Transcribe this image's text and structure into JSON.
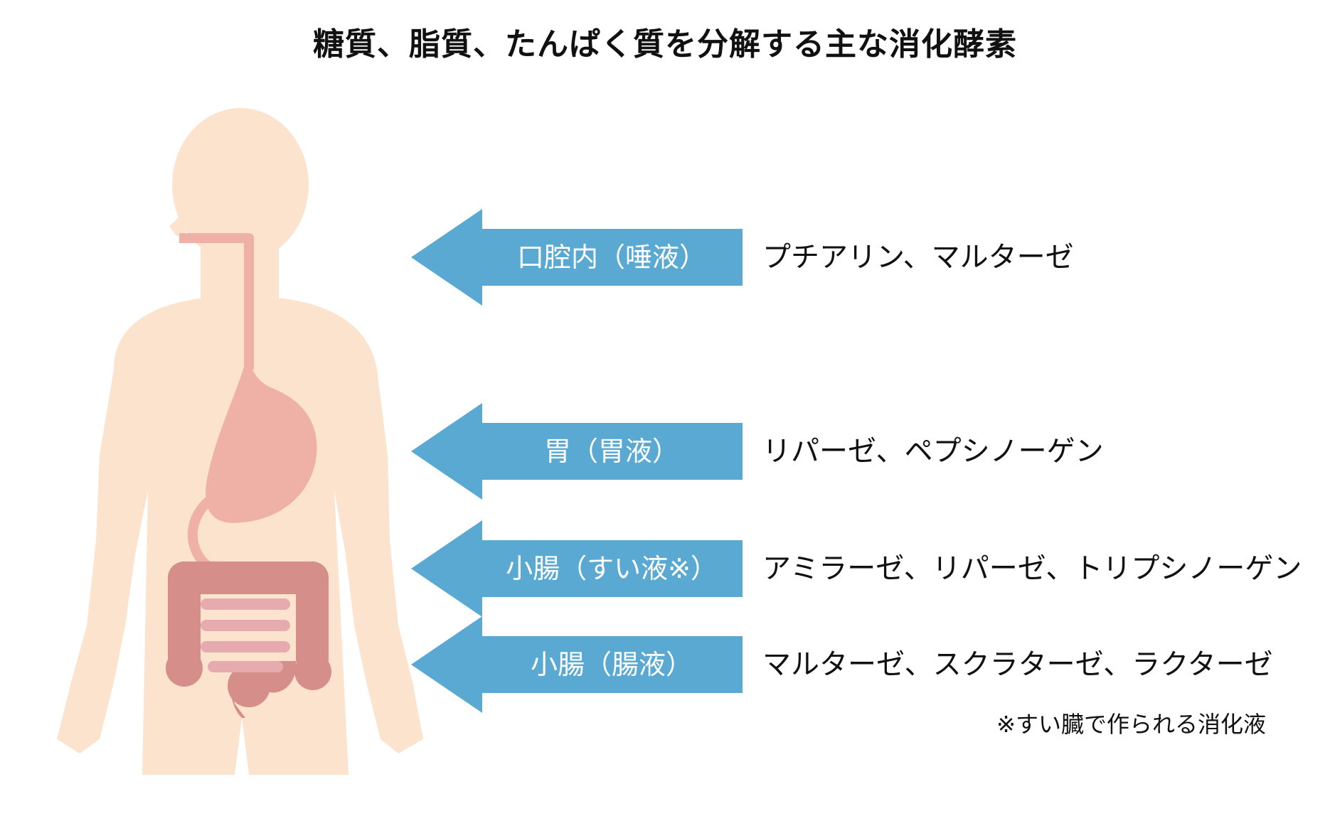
{
  "title": "糖質、脂質、たんぱく質を分解する主な消化酵素",
  "colors": {
    "arrow": "#5AA9D2",
    "skin": "#FCE3CE",
    "digestive_tract": "#EFB1A6",
    "intestine": "#D68E8A",
    "small_intestine": "#E6ABAE"
  },
  "rows": [
    {
      "organ": "口腔内（唾液）",
      "enzymes": "プチアリン、マルターゼ"
    },
    {
      "organ": "胃（胃液）",
      "enzymes": "リパーゼ、ペプシノーゲン"
    },
    {
      "organ": "小腸（すい液※）",
      "enzymes": "アミラーゼ、リパーゼ、トリプシノーゲン"
    },
    {
      "organ": "小腸（腸液）",
      "enzymes": "マルターゼ、スクラターゼ、ラクターゼ"
    }
  ],
  "footnote": "※すい臓で作られる消化液"
}
